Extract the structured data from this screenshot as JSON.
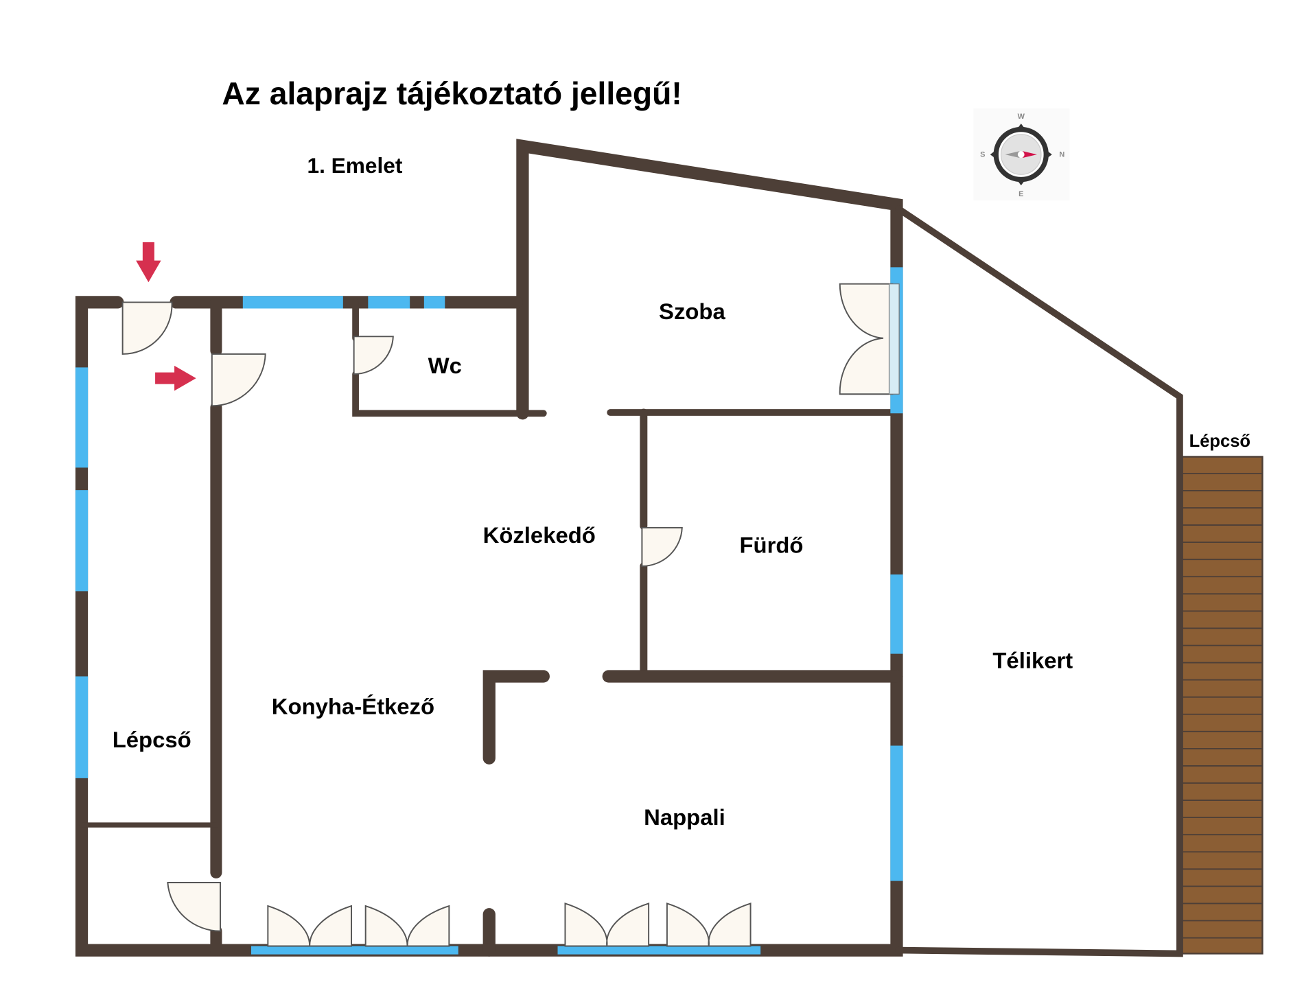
{
  "title": "Az alaprajz tájékoztató jellegű!",
  "floor": "1. Emelet",
  "rooms": {
    "szoba": "Szoba",
    "wc": "Wc",
    "kozlekedo": "Közlekedő",
    "furdo": "Fürdő",
    "telikert": "Télikert",
    "konyha": "Konyha-Étkező",
    "lepcso_inner": "Lépcső",
    "nappali": "Nappali",
    "lepcso_outer": "Lépcső"
  },
  "compass": {
    "n": "N",
    "s": "S",
    "w": "W",
    "e": "E"
  },
  "colors": {
    "wall": "#4d3f37",
    "window": "#4cb8f0",
    "arrow": "#d6304f",
    "stairs": "#8b5e34"
  }
}
